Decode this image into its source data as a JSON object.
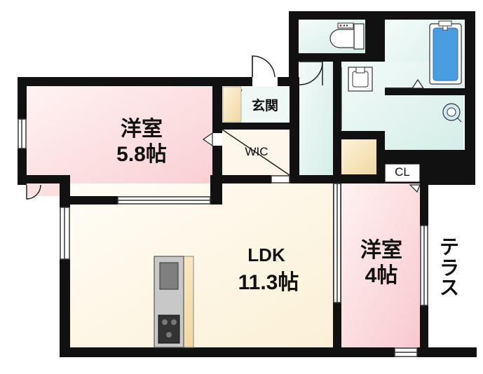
{
  "rooms": {
    "western_a": {
      "name": "洋室",
      "size": "5.8帖"
    },
    "ldk": {
      "name": "LDK",
      "size": "11.3帖"
    },
    "western_b": {
      "name": "洋室",
      "size": "4帖"
    },
    "genkan": "玄関",
    "wic": "WIC",
    "cl": "CL",
    "terrace": [
      "テ",
      "ラ",
      "ス"
    ]
  },
  "colors": {
    "wall": "#111111",
    "western_a_fill": "#fbdcdc",
    "western_b_fill": "#fbdada",
    "ldk_fill": "#fdf7e6",
    "wet_fill": "#dff2ee",
    "bath_water": "#4a9ee0",
    "kitchen_counter": "#c8c8c8",
    "wood": "#f3dfa8"
  }
}
